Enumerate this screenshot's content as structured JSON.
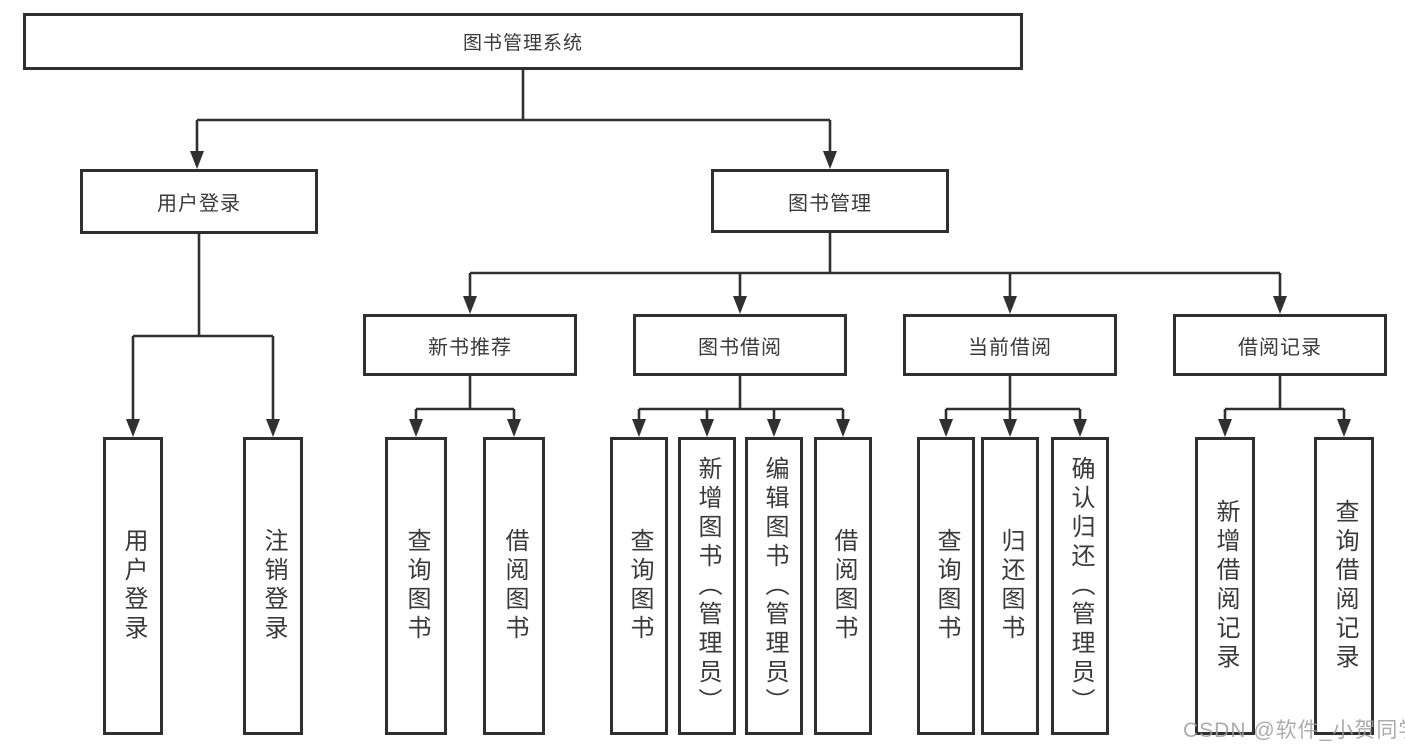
{
  "colors": {
    "line": "#303030",
    "box_border": "#2f2f2f",
    "text": "#3a3a3a",
    "watermark": "#9e9e9e",
    "background": "#ffffff"
  },
  "watermark": {
    "text": "CSDN @软件_小贺同学"
  },
  "tree": {
    "label": "图书管理系统",
    "children": [
      {
        "label": "用户登录",
        "children": [
          {
            "label": "用户登录"
          },
          {
            "label": "注销登录"
          }
        ]
      },
      {
        "label": "图书管理",
        "children": [
          {
            "label": "新书推荐",
            "children": [
              {
                "label": "查询图书"
              },
              {
                "label": "借阅图书"
              }
            ]
          },
          {
            "label": "图书借阅",
            "children": [
              {
                "label": "查询图书"
              },
              {
                "label": "新增图书（管理员）"
              },
              {
                "label": "编辑图书（管理员）"
              },
              {
                "label": "借阅图书"
              }
            ]
          },
          {
            "label": "当前借阅",
            "children": [
              {
                "label": "查询图书"
              },
              {
                "label": "归还图书"
              },
              {
                "label": "确认归还（管理员）"
              }
            ]
          },
          {
            "label": "借阅记录",
            "children": [
              {
                "label": "新增借阅记录"
              },
              {
                "label": "查询借阅记录"
              }
            ]
          }
        ]
      }
    ]
  }
}
